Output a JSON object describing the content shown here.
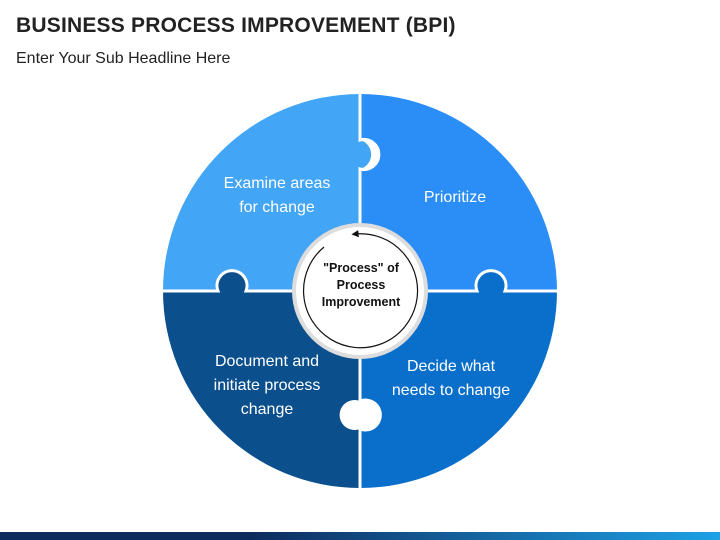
{
  "slide": {
    "title": "BUSINESS PROCESS IMPROVEMENT (BPI)",
    "subtitle": "Enter Your Sub Headline Here"
  },
  "diagram": {
    "center_label": "\"Process\" of\nProcess\nImprovement",
    "segments": [
      {
        "label": "Examine areas\nfor change",
        "color": "#42a5f5"
      },
      {
        "label": "Prioritize",
        "color": "#2b8ef7"
      },
      {
        "label": "Decide what\nneeds to change",
        "color": "#0a6fcb"
      },
      {
        "label": "Document and\ninitiate process\nchange",
        "color": "#0b4f8c"
      }
    ]
  },
  "colors": {
    "footer_dark": "#0d2c5e",
    "footer_light": "#1da1e6"
  }
}
